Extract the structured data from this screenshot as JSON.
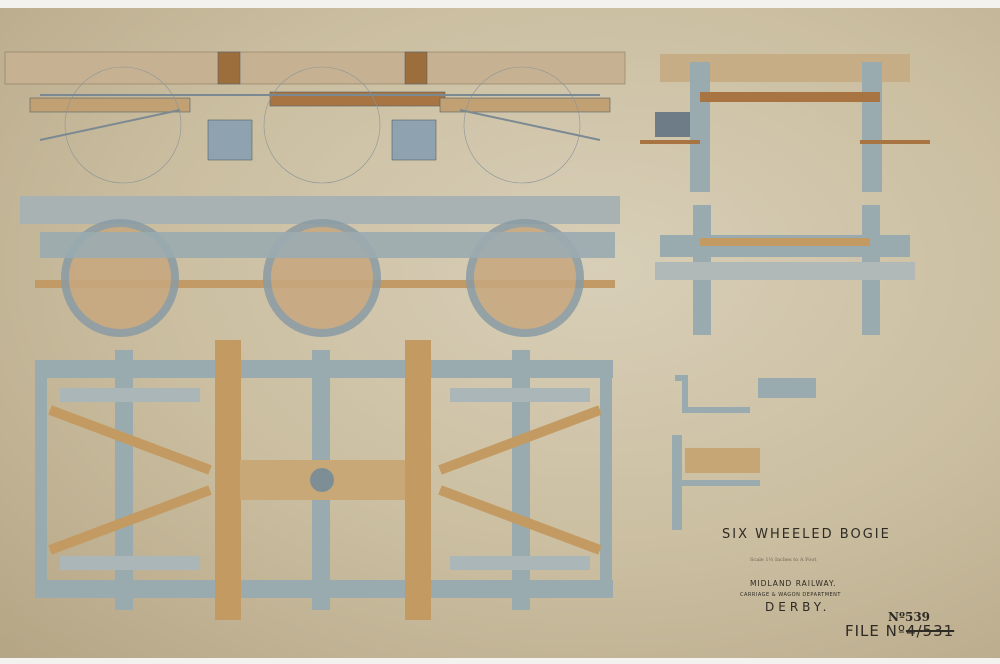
{
  "title_block": {
    "title": "SIX WHEELED BOGIE",
    "scale": "Scale 1½ Inches to A Foot",
    "company": "MIDLAND RAILWAY.",
    "department": "CARRIAGE & WAGON DEPARTMENT",
    "location": "DERBY.",
    "drawing_number": "Nº539",
    "file_label": "FILE Nº",
    "file_number_struck": "4/531"
  },
  "colors": {
    "paper": "#cabd9f",
    "timber": "#b8925e",
    "iron": "#9aabb0",
    "ink": "#2e2a24"
  }
}
